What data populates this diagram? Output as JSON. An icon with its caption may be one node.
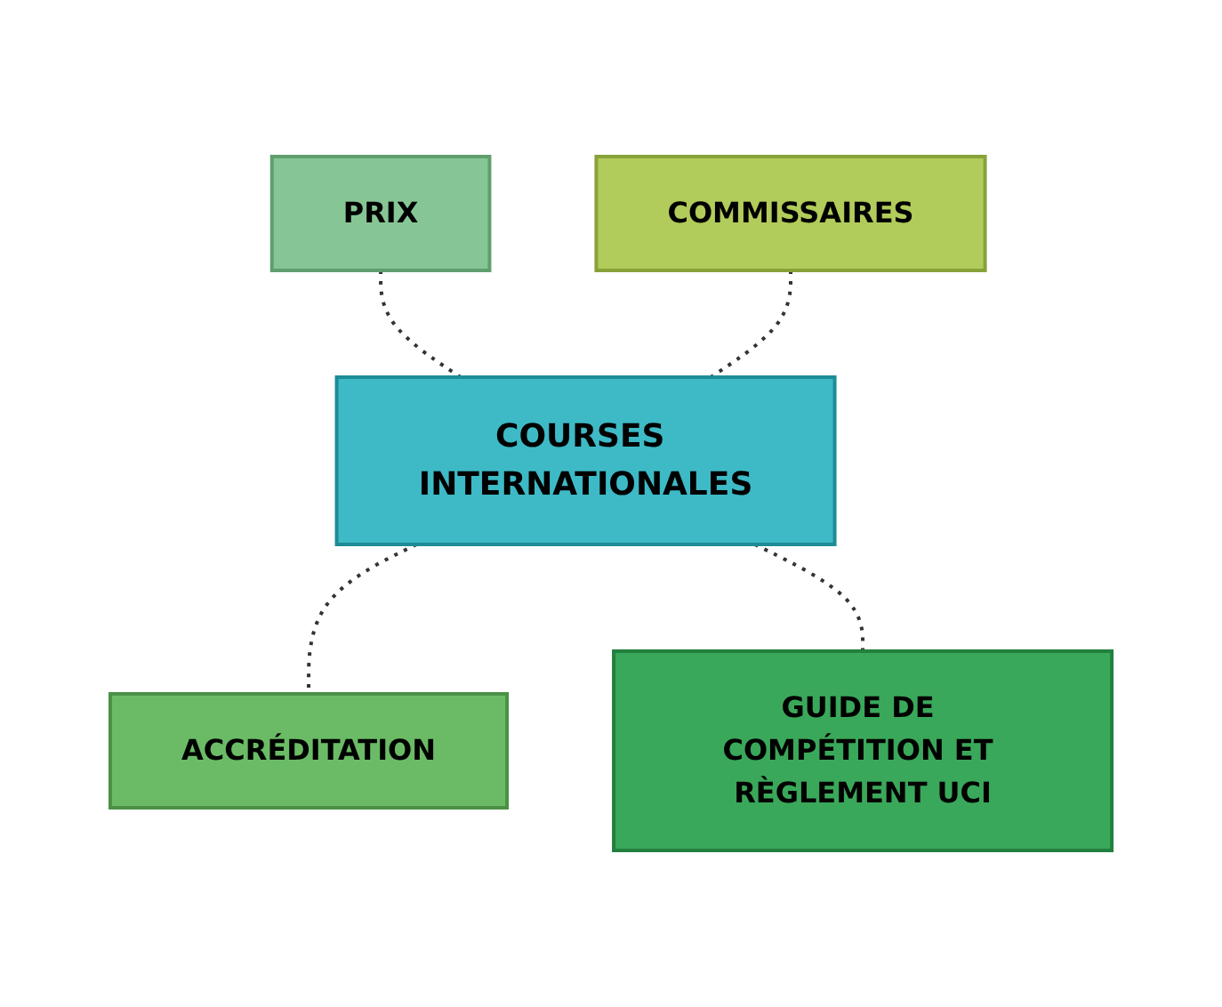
{
  "diagram": {
    "nodes": [
      {
        "text": [
          "PRIX"
        ]
      },
      {
        "text": [
          "COMMISSAIRES"
        ]
      },
      {
        "text": [
          "COURSES INTERNATIONALES"
        ]
      },
      {
        "text": [
          "ACCRÉDITATION"
        ]
      },
      {
        "text": [
          "GUIDE DE COMPÉTITION ET RÈGLEMENT UCI"
        ]
      }
    ],
    "edges": [
      {
        "from": 0,
        "to": 2,
        "arrow": "none",
        "style": "dashed"
      },
      {
        "from": 1,
        "to": 2,
        "arrow": "none",
        "style": "dashed"
      },
      {
        "from": 2,
        "to": 3,
        "arrow": "none",
        "style": "dashed"
      },
      {
        "from": 2,
        "to": 4,
        "arrow": "none",
        "style": "dashed"
      }
    ]
  }
}
